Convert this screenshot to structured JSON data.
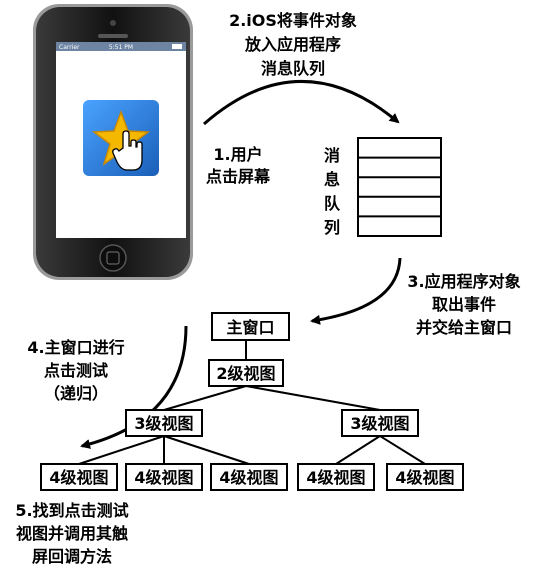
{
  "phone": {
    "carrier": "Carrier",
    "time": "5:51 PM"
  },
  "steps": {
    "step1": [
      "1.用户",
      "点击屏幕"
    ],
    "step2": [
      "2.iOS将事件对象",
      "放入应用程序",
      "消息队列"
    ],
    "step3": [
      "3.应用程序对象",
      "取出事件",
      "并交给主窗口"
    ],
    "step4": [
      "4.主窗口进行",
      "点击测试",
      "（递归）"
    ],
    "step5": [
      "5.找到点击测试",
      "视图并调用其触",
      "屏回调方法"
    ]
  },
  "queue": {
    "label_chars": [
      "消",
      "息",
      "队",
      "列"
    ]
  },
  "tree": {
    "root": "主窗口",
    "level2": "2级视图",
    "level3": [
      "3级视图",
      "3级视图"
    ],
    "level4": [
      "4级视图",
      "4级视图",
      "4级视图",
      "4级视图",
      "4级视图"
    ]
  },
  "colors": {
    "icon_blue": "#2a7fd6",
    "star_gold": "#f5b800",
    "phone_body": "#1b1b1b"
  }
}
